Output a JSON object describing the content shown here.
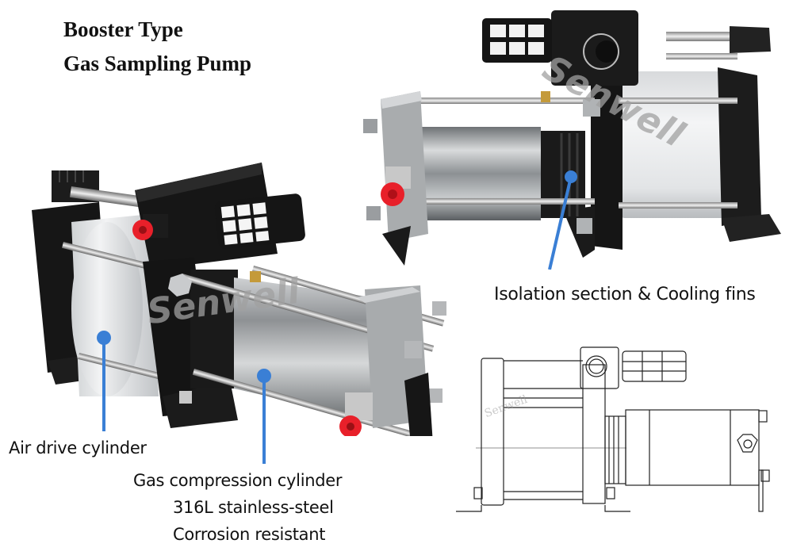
{
  "title": {
    "line1": "Booster Type",
    "line2": "Gas Sampling Pump"
  },
  "photos": {
    "top_right": {
      "description": "Gas sampling booster pump, angled view from compression side",
      "watermark": "Senwell",
      "callout": "Isolation section & Cooling fins"
    },
    "bottom_left": {
      "description": "Gas sampling booster pump, angled view from air drive side",
      "watermark": "Senwell",
      "callouts": {
        "air_drive": "Air drive cylinder",
        "gas_compression": {
          "line1": "Gas compression cylinder",
          "line2": "316L stainless-steel",
          "line3": "Corrosion resistant"
        }
      }
    }
  },
  "drawing": {
    "description": "Technical line drawing of the booster pump",
    "watermark": "Senwell"
  },
  "colors": {
    "callout_blue": "#3a7fd5",
    "port_red": "#e8202a",
    "frame_black": "#1a1a1a",
    "aluminium": "#e4e6e8",
    "steel": "#b9bcbf"
  }
}
